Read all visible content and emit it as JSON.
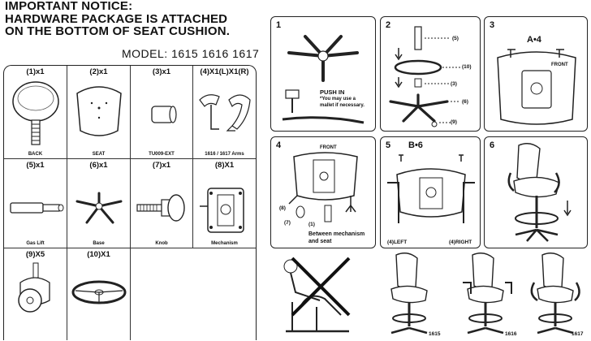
{
  "notice": {
    "line1": "IMPORTANT NOTICE:",
    "line2": "HARDWARE PACKAGE IS ATTACHED",
    "line3": "ON THE BOTTOM OF SEAT CUSHION."
  },
  "model": "MODEL: 1615 1616 1617",
  "parts": [
    {
      "qty": "(1)x1",
      "label": "BACK"
    },
    {
      "qty": "(2)x1",
      "label": "SEAT"
    },
    {
      "qty": "(3)x1",
      "label": "TU009-EXT"
    },
    {
      "qty": "(4)X1(L)X1(R)",
      "label": "1616 / 1617 Arms"
    },
    {
      "qty": "(5)x1",
      "label": "Gas Lift"
    },
    {
      "qty": "(6)x1",
      "label": "Base"
    },
    {
      "qty": "(7)x1",
      "label": "Knob"
    },
    {
      "qty": "(8)X1",
      "label": "Mechanism"
    },
    {
      "qty": "(9)X5",
      "label": ""
    },
    {
      "qty": "(10)X1",
      "label": ""
    }
  ],
  "steps": {
    "s1": {
      "num": "1",
      "push": "PUSH IN",
      "note1": "*You may use a",
      "note2": "mallet if necessary."
    },
    "s2": {
      "num": "2",
      "t5": "(5)",
      "t10": "(10)",
      "t3": "(3)",
      "t6": "(6)",
      "t9": "(9)"
    },
    "s3": {
      "num": "3",
      "mult": "A•4",
      "front": "FRONT"
    },
    "s4": {
      "num": "4",
      "front": "FRONT",
      "t8": "(8)",
      "t7": "(7)",
      "t1": "(1)",
      "between1": "Between mechanism",
      "between2": "and seat"
    },
    "s5": {
      "num": "5",
      "mult": "B•6",
      "left": "(4)LEFT",
      "right": "(4)RIGHT"
    },
    "s6": {
      "num": "6"
    }
  },
  "models_bottom": [
    "1615",
    "1616",
    "1617"
  ]
}
